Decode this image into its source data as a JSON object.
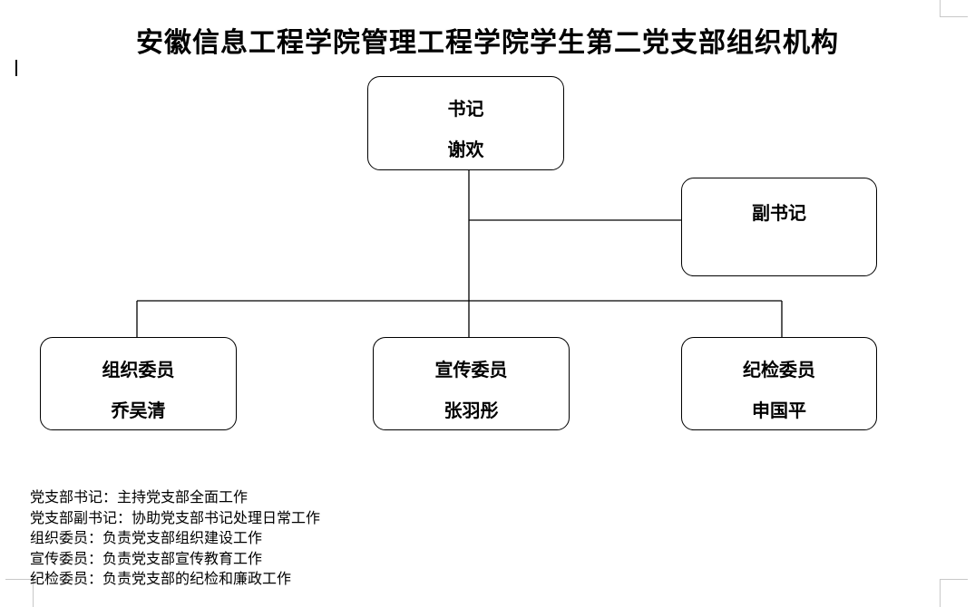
{
  "title": "安徽信息工程学院管理工程学院学生第二党支部组织机构",
  "org": {
    "secretary": {
      "role": "书记",
      "name": "谢欢"
    },
    "deputy_secretary": {
      "role": "副书记",
      "name": ""
    },
    "organization_member": {
      "role": "组织委员",
      "name": "乔吴清"
    },
    "publicity_member": {
      "role": "宣传委员",
      "name": "张羽彤"
    },
    "discipline_member": {
      "role": "纪检委员",
      "name": "申国平"
    }
  },
  "duties": [
    "党支部书记：主持党支部全面工作",
    "党支部副书记：协助党支部书记处理日常工作",
    "组织委员：负责党支部组织建设工作",
    "宣传委员：负责党支部宣传教育工作",
    "纪检委员：负责党支部的纪检和廉政工作"
  ]
}
